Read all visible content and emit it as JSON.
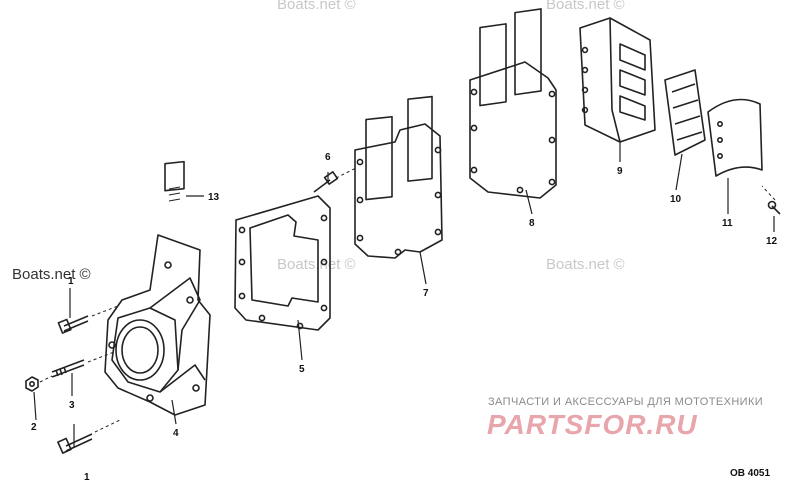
{
  "watermarks": [
    "Boats.net ©",
    "Boats.net ©",
    "Boats.net ©",
    "Boats.net ©",
    "Boats.net ©"
  ],
  "callouts": [
    "1",
    "1",
    "2",
    "3",
    "4",
    "5",
    "6",
    "7",
    "8",
    "9",
    "10",
    "11",
    "12",
    "13"
  ],
  "brand": {
    "tagline": "ЗАПЧАСТИ И АКСЕССУАРЫ ДЛЯ МОТОТЕХНИКИ",
    "name": "PARTSFOR.RU"
  },
  "drawing_code": "OB 4051"
}
